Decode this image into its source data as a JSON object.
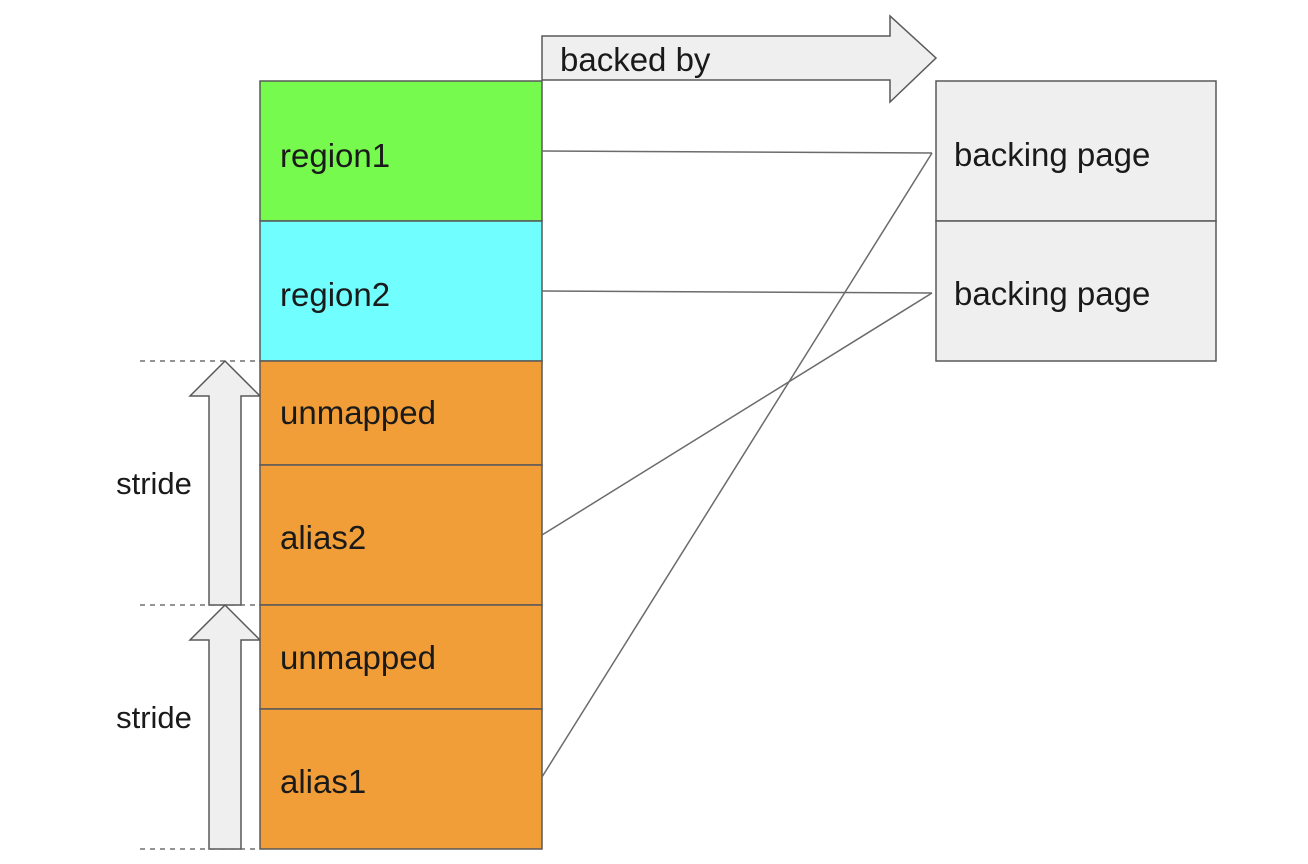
{
  "legend": {
    "arrow_label": "backed by"
  },
  "memory_blocks": [
    {
      "id": "region1",
      "label": "region1",
      "color": "#76fa4e"
    },
    {
      "id": "region2",
      "label": "region2",
      "color": "#70feff"
    },
    {
      "id": "unmapped-upper",
      "label": "unmapped",
      "color": "#f19e38"
    },
    {
      "id": "alias2",
      "label": "alias2",
      "color": "#f19e38"
    },
    {
      "id": "unmapped-lower",
      "label": "unmapped",
      "color": "#f19e38"
    },
    {
      "id": "alias1",
      "label": "alias1",
      "color": "#f19e38"
    }
  ],
  "backing_pages": [
    {
      "id": "backing-page-1",
      "label": "backing page",
      "color": "#efefef"
    },
    {
      "id": "backing-page-2",
      "label": "backing page",
      "color": "#efefef"
    }
  ],
  "mappings": [
    {
      "from": "region1",
      "to": "backing-page-1"
    },
    {
      "from": "region2",
      "to": "backing-page-2"
    },
    {
      "from": "alias2",
      "to": "backing-page-2"
    },
    {
      "from": "alias1",
      "to": "backing-page-1"
    }
  ],
  "strides": [
    {
      "id": "stride-upper",
      "label": "stride"
    },
    {
      "id": "stride-lower",
      "label": "stride"
    }
  ]
}
